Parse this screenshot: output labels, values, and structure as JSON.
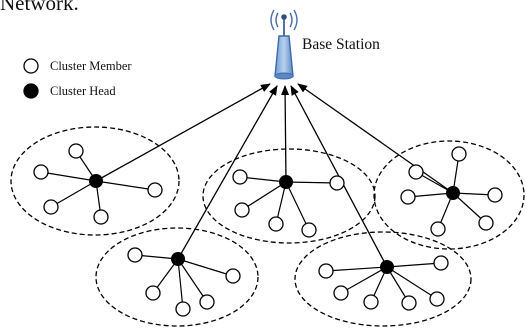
{
  "top_text": "Network.",
  "base_station": {
    "label": "Base Station"
  },
  "legend": {
    "member_label": "Cluster Member",
    "head_label": "Cluster Head"
  },
  "colors": {
    "tower_fill": "#8fb4e3",
    "tower_stroke": "#3e6aa8",
    "head_fill": "#000000",
    "member_fill": "#ffffff",
    "line": "#000000"
  },
  "icons": [
    "antenna-tower-icon",
    "radio-waves-icon"
  ]
}
